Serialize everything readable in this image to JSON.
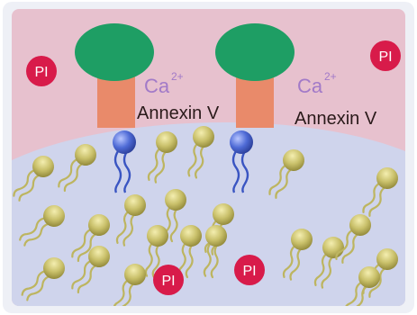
{
  "labels": {
    "annexin_left": "Annexin V",
    "annexin_right": "Annexin V",
    "ca_left": "Ca",
    "ca_right": "Ca",
    "ca_superscript": "2+",
    "pi_top_left": "PI",
    "pi_top_right": "PI",
    "pi_bottom_left": "PI",
    "pi_bottom_right": "PI"
  },
  "colors": {
    "outside_bg": "#e7c1ce",
    "cell_bg": "#cfd4ec",
    "frame": "#eef0f6",
    "annexin_head": "#1e9e64",
    "annexin_stem": "#e98a6a",
    "phosphatidylserine": "#4f6bd6",
    "lipid_head": "#c9c06a",
    "lipid_tail": "#bdb560",
    "pi_badge": "#d81b4a"
  },
  "icons": {
    "annexin_protein": "annexin-v-protein-icon",
    "lipid": "phospholipid-icon",
    "ps_lipid": "phosphatidylserine-icon",
    "pi_dye": "propidium-iodide-badge-icon"
  }
}
